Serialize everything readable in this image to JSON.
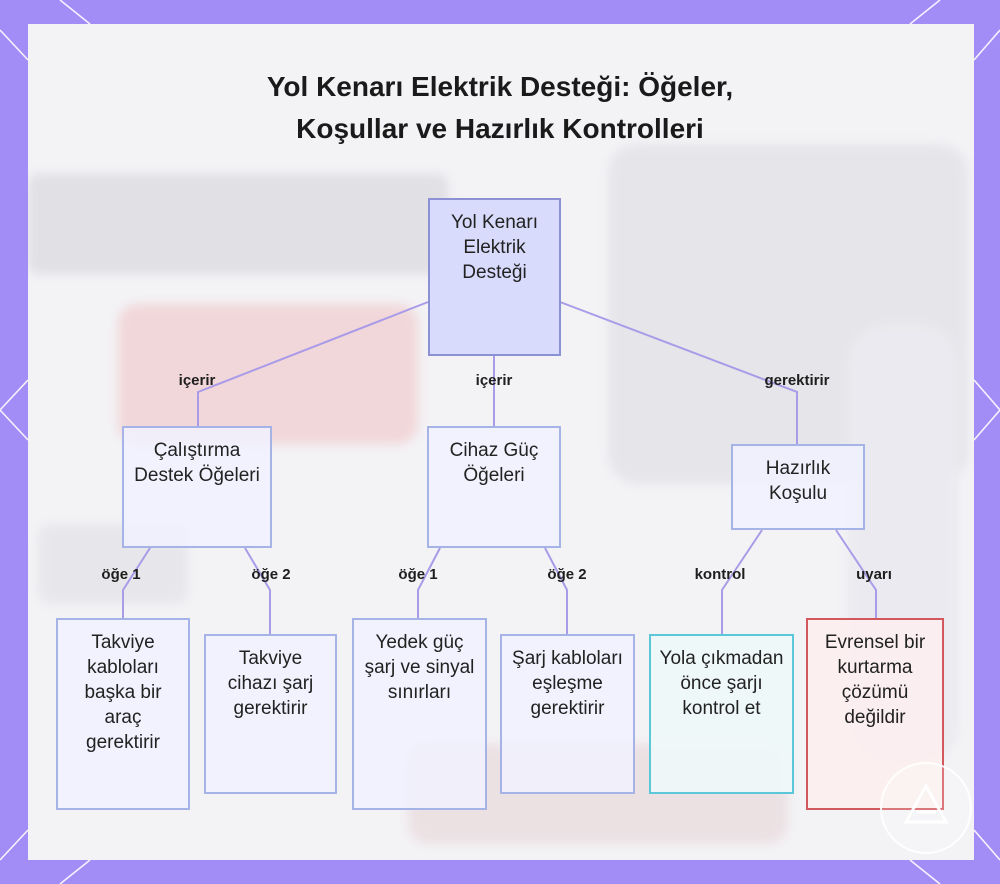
{
  "title_line1": "Yol Kenarı Elektrik Desteği: Öğeler,",
  "title_line2": "Koşullar ve Hazırlık Kontrolleri",
  "colors": {
    "frame": "#a28cf5",
    "edge": "#a99be8",
    "root_fill": "#d8dbfb",
    "node_border": "#a5b3e6",
    "check_border": "#5bc7d9",
    "warn_border": "#d3585d"
  },
  "nodes": {
    "root": "Yol Kenarı Elektrik Desteği",
    "starting": "Çalıştırma Destek Öğeleri",
    "device": "Cihaz Güç Öğeleri",
    "readiness": "Hazırlık Koşulu",
    "jumper": "Takviye kabloları başka bir araç gerektirir",
    "booster": "Takviye cihazı şarj gerektirir",
    "powerbank": "Yedek güç şarj ve sinyal sınırları",
    "cables": "Şarj kabloları eşleşme gerektirir",
    "check": "Yola çıkmadan önce şarjı kontrol et",
    "warning": "Evrensel bir kurtarma çözümü değildir"
  },
  "edge_labels": {
    "root_starting": "içerir",
    "root_device": "içerir",
    "root_readiness": "gerektirir",
    "starting_jumper": "öğe 1",
    "starting_booster": "öğe 2",
    "device_powerbank": "öğe 1",
    "device_cables": "öğe 2",
    "readiness_check": "kontrol",
    "readiness_warning": "uyarı"
  }
}
